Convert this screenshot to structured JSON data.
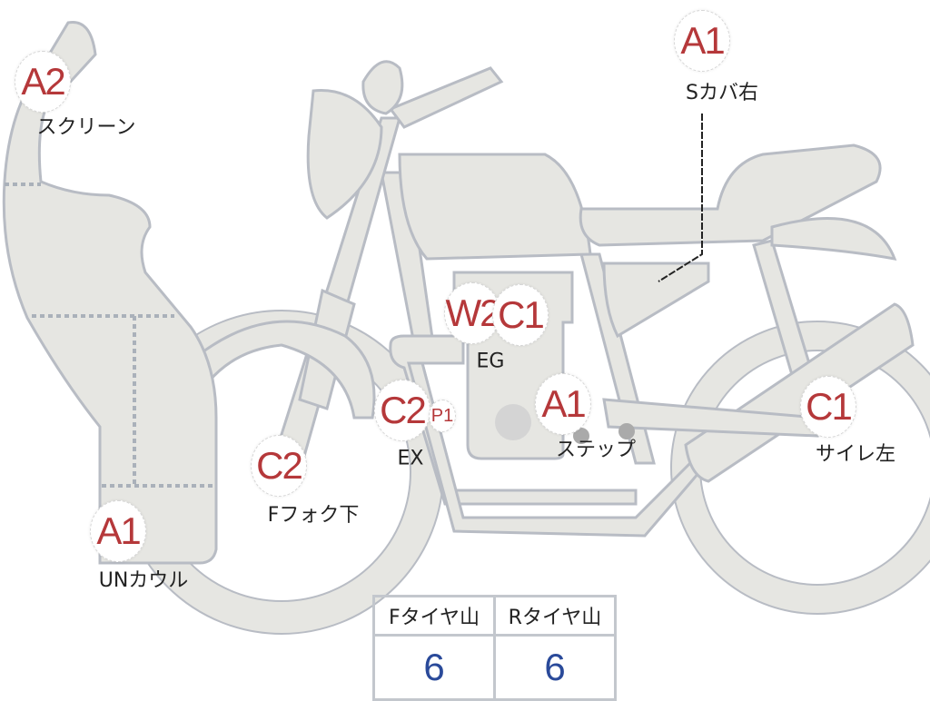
{
  "colors": {
    "fill": "#e6e6e2",
    "stroke": "#b8bcc4",
    "code": "#b5383a",
    "value": "#2a4a9a"
  },
  "marks": [
    {
      "code": "A2",
      "caption": "スクリーン"
    },
    {
      "code": "A1",
      "caption": "Sカバ右"
    },
    {
      "code": "W2",
      "caption": ""
    },
    {
      "code": "C1",
      "caption": "EG"
    },
    {
      "code": "C2",
      "caption": "EX"
    },
    {
      "code": "P1",
      "caption": ""
    },
    {
      "code": "A1",
      "caption": "ステップ"
    },
    {
      "code": "C1",
      "caption": "サイレ左"
    },
    {
      "code": "C2",
      "caption": "Fフォク下"
    },
    {
      "code": "A1",
      "caption": "UNカウル"
    }
  ],
  "tire_table": {
    "headers": [
      "Fタイヤ山",
      "Rタイヤ山"
    ],
    "values": [
      "6",
      "6"
    ]
  }
}
